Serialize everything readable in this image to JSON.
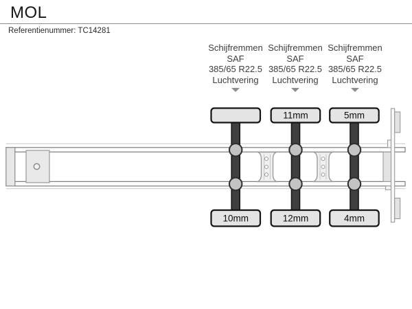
{
  "header": {
    "title": "MOL",
    "reference_label": "Referentienummer: ",
    "reference_value": "TC14281"
  },
  "axles": [
    {
      "specs": {
        "brakes": "Schijfremmen",
        "brand": "SAF",
        "tires": "385/65 R22.5",
        "suspension": "Luchtvering"
      },
      "top_value": "",
      "bottom_value": "10mm"
    },
    {
      "specs": {
        "brakes": "Schijfremmen",
        "brand": "SAF",
        "tires": "385/65 R22.5",
        "suspension": "Luchtvering"
      },
      "top_value": "11mm",
      "bottom_value": "12mm"
    },
    {
      "specs": {
        "brakes": "Schijfremmen",
        "brand": "SAF",
        "tires": "385/65 R22.5",
        "suspension": "Luchtvering"
      },
      "top_value": "5mm",
      "bottom_value": "4mm"
    }
  ],
  "icons": {
    "spec_pointer": "arrow-down-icon"
  },
  "colors": {
    "axle_bar": "#3f3f3f",
    "measure_box_fill": "#e4e4e4",
    "measure_box_border": "#141414",
    "hub_fill": "#c3c3c3",
    "frame_line": "#7d7d7d",
    "arrow": "#8f8f8f",
    "spec_text": "#3d3d3d",
    "divider": "#8c8c8c"
  }
}
